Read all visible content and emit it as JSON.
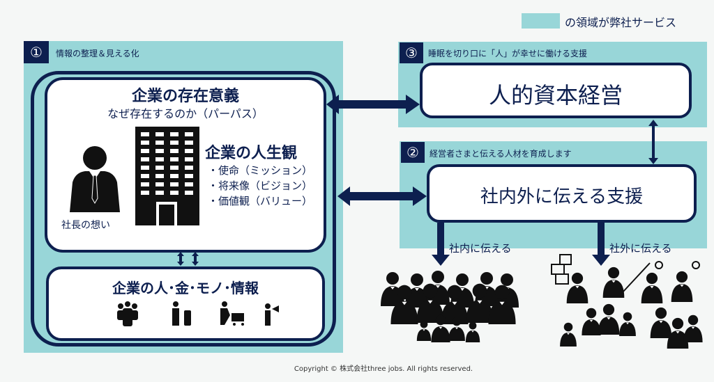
{
  "legend": {
    "text": "の領域が弊社サービス",
    "color": "#98d6d8"
  },
  "panel1": {
    "number": "①",
    "title": "情報の整理＆見える化",
    "purpose_title": "企業の存在意義",
    "purpose_sub": "なぜ存在するのか（パーパス）",
    "president_label": "社長の想い",
    "outlook_title": "企業の人生観",
    "outlook_items": [
      "・使命（ミッション）",
      "・将来像（ビジョン）",
      "・価値観（バリュー）"
    ],
    "resources_title": "企業の人･金･モノ･情報"
  },
  "panel3": {
    "number": "③",
    "title": "睡眠を切り口に「人」が幸せに働ける支援",
    "box": "人的資本経営"
  },
  "panel2": {
    "number": "②",
    "title": "経営者さまと伝える人材を育成します",
    "box": "社内外に伝える支援"
  },
  "internal_label": "社内に伝える",
  "external_label": "社外に伝える",
  "copyright": "Copyright © 株式会社three jobs. All rights reserved.",
  "colors": {
    "navy": "#0d1f4f",
    "teal": "#98d6d8"
  }
}
